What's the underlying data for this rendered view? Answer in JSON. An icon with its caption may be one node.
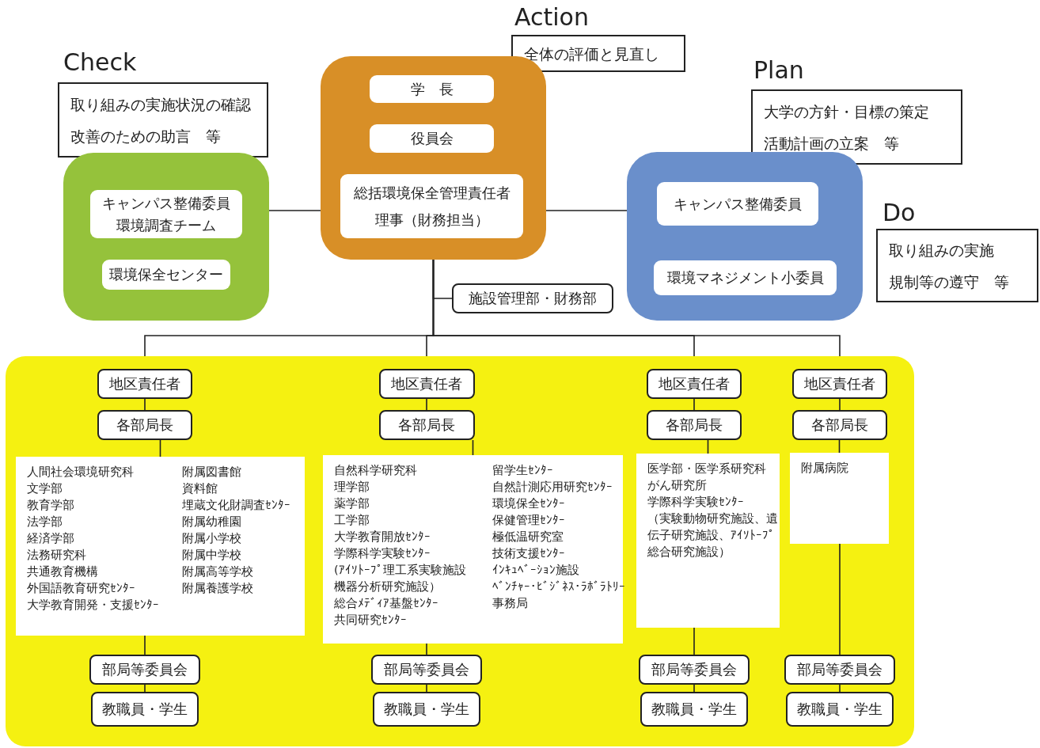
{
  "diagram": {
    "nodes": [
      {
        "text": [
          "Action",
          "全体の評価と見直し"
        ]
      },
      {
        "text": [
          "Check",
          "取り組みの実施状況の確認",
          "改善のための助言　等"
        ]
      },
      {
        "text": [
          "Plan",
          "大学の方針・目標の策定",
          "活動計画の立案　等"
        ]
      },
      {
        "text": [
          "Do",
          "取り組みの実施",
          "規制等の遵守　等"
        ]
      },
      {
        "text": [],
        "shape": "box"
      },
      {
        "text": [
          "学　長"
        ],
        "in": 4
      },
      {
        "text": [
          "役員会"
        ],
        "in": 4
      },
      {
        "text": [
          "総括環境保全管理責任者",
          "理事（財務担当）"
        ],
        "in": 4
      },
      {
        "text": [],
        "shape": "box"
      },
      {
        "text": [
          "キャンパス整備委員",
          "環境調査チーム"
        ],
        "in": 8
      },
      {
        "text": [
          "環境保全センター"
        ],
        "in": 8
      },
      {
        "text": [],
        "shape": "box"
      },
      {
        "text": [
          "キャンパス整備委員"
        ],
        "in": 11
      },
      {
        "text": [
          "環境マネジメント小委員"
        ],
        "in": 11
      },
      {
        "text": [
          "施設管理部・財務部"
        ]
      },
      {
        "text": [],
        "shape": "box"
      },
      {
        "text": [
          "地区責任者"
        ],
        "in": 15
      },
      {
        "text": [
          "各部局長"
        ],
        "in": 15
      },
      {
        "text": [
          "人間社会環境研究科",
          "文学部",
          "教育学部",
          "法学部",
          "経済学部",
          "法務研究科",
          "共通教育機構",
          "外国語教育研究ｾﾝﾀｰ",
          "大学教育開発・支援ｾﾝﾀｰ",
          "附属図書館",
          "資料館",
          "埋蔵文化財調査ｾﾝﾀｰ",
          "附属幼稚園",
          "附属小学校",
          "附属中学校",
          "附属高等学校",
          "附属養護学校"
        ],
        "in": 15
      },
      {
        "text": [
          "部局等委員会"
        ],
        "in": 15
      },
      {
        "text": [
          "教職員・学生"
        ],
        "in": 15
      },
      {
        "text": [
          "地区責任者"
        ],
        "in": 15
      },
      {
        "text": [
          "各部局長"
        ],
        "in": 15
      },
      {
        "text": [
          "自然科学研究科",
          "理学部",
          "薬学部",
          "工学部",
          "大学教育開放ｾﾝﾀｰ",
          "学際科学実験ｾﾝﾀｰ",
          "(ｱｲｿﾄｰﾌﾟ理工系実験施設機器分析研究施設）",
          "総合ﾒﾃﾞｨｱ基盤ｾﾝﾀｰ",
          "共同研究ｾﾝﾀｰ",
          "留学生ｾﾝﾀｰ",
          "自然計測応用研究ｾﾝﾀｰ",
          "環境保全ｾﾝﾀｰ",
          "保健管理ｾﾝﾀｰ",
          "極低温研究室",
          "技術支援ｾﾝﾀｰ",
          "ｲﾝｷｭﾍﾞｰｼｮﾝ施設",
          "ﾍﾞﾝﾁｬｰ･ﾋﾞｼﾞﾈｽ･ﾗﾎﾞﾗﾄﾘｰ",
          "事務局"
        ],
        "in": 15
      },
      {
        "text": [
          "部局等委員会"
        ],
        "in": 15
      },
      {
        "text": [
          "教職員・学生"
        ],
        "in": 15
      },
      {
        "text": [
          "地区責任者"
        ],
        "in": 15
      },
      {
        "text": [
          "各部局長"
        ],
        "in": 15
      },
      {
        "text": [
          "医学部・医学系研究科",
          "がん研究所",
          "学際科学実験ｾﾝﾀｰ",
          "（実験動物研究施設、遺伝子研究施設、ｱｲｿﾄｰﾌﾟ総合研究施設）"
        ],
        "in": 15
      },
      {
        "text": [
          "部局等委員会"
        ],
        "in": 15
      },
      {
        "text": [
          "教職員・学生"
        ],
        "in": 15
      },
      {
        "text": [
          "地区責任者"
        ],
        "in": 15
      },
      {
        "text": [
          "各部局長"
        ],
        "in": 15
      },
      {
        "text": [
          "附属病院"
        ],
        "in": 15
      },
      {
        "text": [
          "部局等委員会"
        ],
        "in": 15
      },
      {
        "text": [
          "教職員・学生"
        ],
        "in": 15
      }
    ],
    "edges": [
      {
        "from": 4,
        "to": 8,
        "arrow": "none"
      },
      {
        "from": 4,
        "to": 11,
        "arrow": "none"
      },
      {
        "from": 4,
        "to": 14,
        "arrow": "none"
      },
      {
        "from": 4,
        "to": 16,
        "arrow": "none"
      },
      {
        "from": 4,
        "to": 21,
        "arrow": "none"
      },
      {
        "from": 4,
        "to": 26,
        "arrow": "none"
      },
      {
        "from": 4,
        "to": 31,
        "arrow": "none"
      },
      {
        "from": 16,
        "to": 17,
        "arrow": "none"
      },
      {
        "from": 17,
        "to": 18,
        "arrow": "none"
      },
      {
        "from": 18,
        "to": 19,
        "arrow": "none"
      },
      {
        "from": 19,
        "to": 20,
        "arrow": "none"
      },
      {
        "from": 21,
        "to": 22,
        "arrow": "none"
      },
      {
        "from": 22,
        "to": 23,
        "arrow": "none"
      },
      {
        "from": 23,
        "to": 24,
        "arrow": "none"
      },
      {
        "from": 24,
        "to": 25,
        "arrow": "none"
      },
      {
        "from": 26,
        "to": 27,
        "arrow": "none"
      },
      {
        "from": 27,
        "to": 28,
        "arrow": "none"
      },
      {
        "from": 28,
        "to": 29,
        "arrow": "none"
      },
      {
        "from": 29,
        "to": 30,
        "arrow": "none"
      },
      {
        "from": 31,
        "to": 32,
        "arrow": "none"
      },
      {
        "from": 32,
        "to": 33,
        "arrow": "none"
      },
      {
        "from": 33,
        "to": 34,
        "arrow": "none"
      },
      {
        "from": 34,
        "to": 35,
        "arrow": "none"
      }
    ]
  }
}
